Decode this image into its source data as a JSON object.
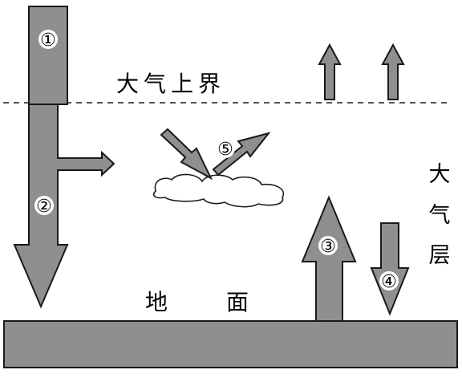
{
  "labels": {
    "upper_atmosphere": "大气上界",
    "atmosphere_layer": [
      "大",
      "气",
      "层"
    ],
    "ground": [
      "地",
      "面"
    ]
  },
  "markers": [
    "①",
    "②",
    "③",
    "④",
    "⑤"
  ],
  "colors": {
    "arrow_fill": "#8f8f8f",
    "ground_fill": "#8f8f8f",
    "stroke": "#1a1a1a",
    "marker_fill": "#ffffff",
    "cloud_fill": "#ffffff"
  }
}
